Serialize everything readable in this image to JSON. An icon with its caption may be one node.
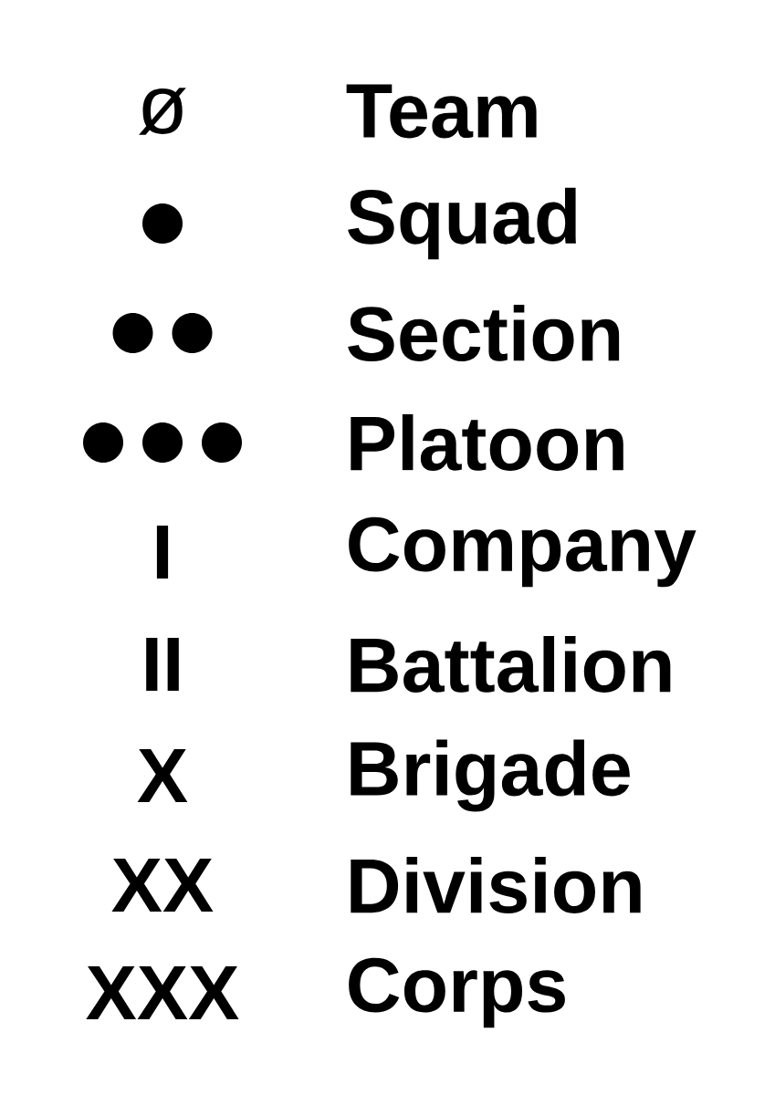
{
  "diagram": {
    "labels": [
      "ø",
      "Team",
      "Squad",
      "Section",
      "Platoon",
      "I",
      "Company",
      "II",
      "Battalion",
      "X",
      "Brigade",
      "XX",
      "Division",
      "XXX",
      "Corps"
    ]
  }
}
